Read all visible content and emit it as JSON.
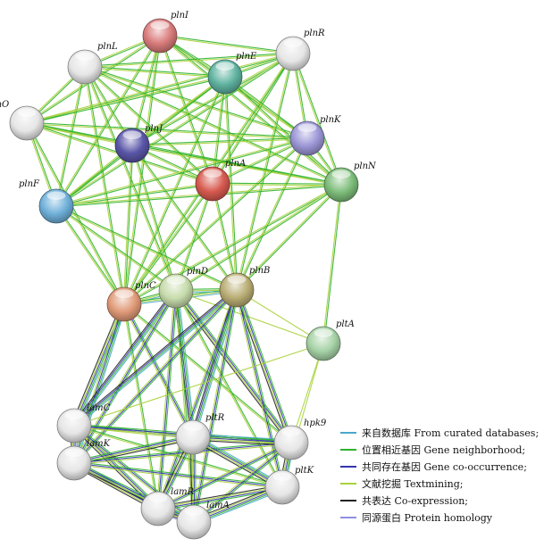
{
  "colors": {
    "curated": "#49a8c9",
    "neighborhood": "#2eb22e",
    "cooccurrence": "#3434b0",
    "textmining": "#a8d23a",
    "coexpression": "#222222",
    "homology": "#8f8fe0"
  },
  "nodes": [
    {
      "id": "plnI",
      "label": "plnI",
      "color": "#d97b7b"
    },
    {
      "id": "plnL",
      "label": "plnL",
      "color": "#e6e6e6"
    },
    {
      "id": "plnR",
      "label": "plnR",
      "color": "#e6e6e6"
    },
    {
      "id": "plnE",
      "label": "plnE",
      "color": "#5fb3a0"
    },
    {
      "id": "plnO",
      "label": "plnO",
      "color": "#e6e6e6"
    },
    {
      "id": "plnJ",
      "label": "plnJ",
      "color": "#5a56a8"
    },
    {
      "id": "plnK",
      "label": "plnK",
      "color": "#9b96d6"
    },
    {
      "id": "plnA",
      "label": "plnA",
      "color": "#d75a50"
    },
    {
      "id": "plnN",
      "label": "plnN",
      "color": "#7dbd7a"
    },
    {
      "id": "plnF",
      "label": "plnF",
      "color": "#6fb0d9"
    },
    {
      "id": "plnC",
      "label": "plnC",
      "color": "#e09a78"
    },
    {
      "id": "plnD",
      "label": "plnD",
      "color": "#c6dbab"
    },
    {
      "id": "plnB",
      "label": "plnB",
      "color": "#b9ad74"
    },
    {
      "id": "pltA",
      "label": "pltA",
      "color": "#a6d2a6"
    },
    {
      "id": "lamC",
      "label": "lamC",
      "color": "#e6e6e6"
    },
    {
      "id": "pltR",
      "label": "pltR",
      "color": "#e6e6e6"
    },
    {
      "id": "hpk9",
      "label": "hpk9",
      "color": "#e6e6e6"
    },
    {
      "id": "lamK",
      "label": "lamK",
      "color": "#e6e6e6"
    },
    {
      "id": "pltK",
      "label": "pltK",
      "color": "#e6e6e6"
    },
    {
      "id": "lamR",
      "label": "lamR",
      "color": "#e6e6e6"
    },
    {
      "id": "lamA",
      "label": "lamA",
      "color": "#e6e6e6"
    }
  ],
  "edges": [
    {
      "source": "plnI",
      "target": "plnL",
      "types": [
        "neighborhood",
        "textmining"
      ]
    },
    {
      "source": "plnI",
      "target": "plnE",
      "types": [
        "neighborhood",
        "textmining"
      ]
    },
    {
      "source": "plnI",
      "target": "plnR",
      "types": [
        "neighborhood",
        "textmining"
      ]
    },
    {
      "source": "plnI",
      "target": "plnO",
      "types": [
        "neighborhood",
        "textmining"
      ]
    },
    {
      "source": "plnI",
      "target": "plnJ",
      "types": [
        "neighborhood",
        "textmining"
      ]
    },
    {
      "source": "plnI",
      "target": "plnK",
      "types": [
        "neighborhood",
        "textmining"
      ]
    },
    {
      "source": "plnI",
      "target": "plnA",
      "types": [
        "neighborhood",
        "textmining"
      ]
    },
    {
      "source": "plnI",
      "target": "plnN",
      "types": [
        "neighborhood",
        "textmining"
      ]
    },
    {
      "source": "plnI",
      "target": "plnF",
      "types": [
        "neighborhood",
        "textmining"
      ]
    },
    {
      "source": "plnI",
      "target": "plnC",
      "types": [
        "neighborhood",
        "textmining"
      ]
    },
    {
      "source": "plnL",
      "target": "plnE",
      "types": [
        "neighborhood",
        "textmining"
      ]
    },
    {
      "source": "plnL",
      "target": "plnR",
      "types": [
        "neighborhood",
        "textmining"
      ]
    },
    {
      "source": "plnL",
      "target": "plnO",
      "types": [
        "neighborhood",
        "textmining"
      ]
    },
    {
      "source": "plnL",
      "target": "plnJ",
      "types": [
        "neighborhood",
        "textmining"
      ]
    },
    {
      "source": "plnL",
      "target": "plnK",
      "types": [
        "neighborhood",
        "textmining"
      ]
    },
    {
      "source": "plnL",
      "target": "plnA",
      "types": [
        "neighborhood",
        "textmining"
      ]
    },
    {
      "source": "plnL",
      "target": "plnN",
      "types": [
        "neighborhood",
        "textmining"
      ]
    },
    {
      "source": "plnL",
      "target": "plnF",
      "types": [
        "neighborhood",
        "textmining"
      ]
    },
    {
      "source": "plnL",
      "target": "plnC",
      "types": [
        "neighborhood",
        "textmining"
      ]
    },
    {
      "source": "plnL",
      "target": "plnD",
      "types": [
        "neighborhood",
        "textmining"
      ]
    },
    {
      "source": "plnR",
      "target": "plnE",
      "types": [
        "neighborhood",
        "textmining"
      ]
    },
    {
      "source": "plnR",
      "target": "plnO",
      "types": [
        "neighborhood",
        "textmining"
      ]
    },
    {
      "source": "plnR",
      "target": "plnJ",
      "types": [
        "neighborhood",
        "textmining"
      ]
    },
    {
      "source": "plnR",
      "target": "plnK",
      "types": [
        "neighborhood",
        "textmining"
      ]
    },
    {
      "source": "plnR",
      "target": "plnA",
      "types": [
        "neighborhood",
        "textmining"
      ]
    },
    {
      "source": "plnR",
      "target": "plnN",
      "types": [
        "neighborhood",
        "textmining"
      ]
    },
    {
      "source": "plnR",
      "target": "plnF",
      "types": [
        "neighborhood",
        "textmining"
      ]
    },
    {
      "source": "plnR",
      "target": "plnC",
      "types": [
        "neighborhood",
        "textmining"
      ]
    },
    {
      "source": "plnR",
      "target": "plnB",
      "types": [
        "neighborhood",
        "textmining"
      ]
    },
    {
      "source": "plnE",
      "target": "plnO",
      "types": [
        "neighborhood",
        "textmining"
      ]
    },
    {
      "source": "plnE",
      "target": "plnJ",
      "types": [
        "neighborhood",
        "textmining"
      ]
    },
    {
      "source": "plnE",
      "target": "plnK",
      "types": [
        "neighborhood",
        "textmining"
      ]
    },
    {
      "source": "plnE",
      "target": "plnA",
      "types": [
        "neighborhood",
        "textmining"
      ]
    },
    {
      "source": "plnE",
      "target": "plnN",
      "types": [
        "neighborhood",
        "textmining"
      ]
    },
    {
      "source": "plnE",
      "target": "plnF",
      "types": [
        "neighborhood",
        "textmining"
      ]
    },
    {
      "source": "plnE",
      "target": "plnC",
      "types": [
        "neighborhood",
        "textmining"
      ]
    },
    {
      "source": "plnE",
      "target": "plnB",
      "types": [
        "neighborhood",
        "textmining"
      ]
    },
    {
      "source": "plnO",
      "target": "plnJ",
      "types": [
        "neighborhood",
        "textmining"
      ]
    },
    {
      "source": "plnO",
      "target": "plnK",
      "types": [
        "neighborhood",
        "textmining"
      ]
    },
    {
      "source": "plnO",
      "target": "plnA",
      "types": [
        "neighborhood",
        "textmining"
      ]
    },
    {
      "source": "plnO",
      "target": "plnN",
      "types": [
        "neighborhood",
        "textmining"
      ]
    },
    {
      "source": "plnO",
      "target": "plnF",
      "types": [
        "neighborhood",
        "textmining"
      ]
    },
    {
      "source": "plnO",
      "target": "plnC",
      "types": [
        "neighborhood",
        "textmining"
      ]
    },
    {
      "source": "plnJ",
      "target": "plnK",
      "types": [
        "neighborhood",
        "textmining"
      ]
    },
    {
      "source": "plnJ",
      "target": "plnA",
      "types": [
        "neighborhood",
        "textmining"
      ]
    },
    {
      "source": "plnJ",
      "target": "plnN",
      "types": [
        "neighborhood",
        "textmining"
      ]
    },
    {
      "source": "plnJ",
      "target": "plnF",
      "types": [
        "neighborhood",
        "textmining"
      ]
    },
    {
      "source": "plnJ",
      "target": "plnC",
      "types": [
        "neighborhood",
        "textmining"
      ]
    },
    {
      "source": "plnJ",
      "target": "plnD",
      "types": [
        "neighborhood",
        "textmining"
      ]
    },
    {
      "source": "plnJ",
      "target": "plnB",
      "types": [
        "neighborhood",
        "textmining"
      ]
    },
    {
      "source": "plnK",
      "target": "plnA",
      "types": [
        "neighborhood",
        "textmining"
      ]
    },
    {
      "source": "plnK",
      "target": "plnN",
      "types": [
        "neighborhood",
        "textmining"
      ]
    },
    {
      "source": "plnK",
      "target": "plnF",
      "types": [
        "neighborhood",
        "textmining"
      ]
    },
    {
      "source": "plnK",
      "target": "plnC",
      "types": [
        "neighborhood",
        "textmining"
      ]
    },
    {
      "source": "plnK",
      "target": "plnB",
      "types": [
        "neighborhood",
        "textmining"
      ]
    },
    {
      "source": "plnA",
      "target": "plnN",
      "types": [
        "neighborhood",
        "textmining"
      ]
    },
    {
      "source": "plnA",
      "target": "plnF",
      "types": [
        "neighborhood",
        "textmining"
      ]
    },
    {
      "source": "plnA",
      "target": "plnC",
      "types": [
        "neighborhood",
        "textmining"
      ]
    },
    {
      "source": "plnA",
      "target": "plnD",
      "types": [
        "neighborhood",
        "textmining"
      ]
    },
    {
      "source": "plnA",
      "target": "plnB",
      "types": [
        "neighborhood",
        "textmining"
      ]
    },
    {
      "source": "plnN",
      "target": "plnF",
      "types": [
        "neighborhood",
        "textmining"
      ]
    },
    {
      "source": "plnN",
      "target": "plnC",
      "types": [
        "neighborhood",
        "textmining"
      ]
    },
    {
      "source": "plnN",
      "target": "plnD",
      "types": [
        "neighborhood",
        "textmining"
      ]
    },
    {
      "source": "plnN",
      "target": "plnB",
      "types": [
        "neighborhood",
        "textmining"
      ]
    },
    {
      "source": "plnN",
      "target": "pltA",
      "types": [
        "neighborhood",
        "textmining"
      ]
    },
    {
      "source": "plnF",
      "target": "plnC",
      "types": [
        "neighborhood",
        "textmining"
      ]
    },
    {
      "source": "plnF",
      "target": "plnD",
      "types": [
        "neighborhood",
        "textmining"
      ]
    },
    {
      "source": "plnF",
      "target": "plnB",
      "types": [
        "neighborhood",
        "textmining"
      ]
    },
    {
      "source": "plnC",
      "target": "plnD",
      "types": [
        "neighborhood",
        "textmining",
        "curated"
      ]
    },
    {
      "source": "plnC",
      "target": "plnB",
      "types": [
        "neighborhood",
        "textmining",
        "curated"
      ]
    },
    {
      "source": "plnD",
      "target": "plnB",
      "types": [
        "neighborhood",
        "textmining",
        "curated"
      ]
    },
    {
      "source": "plnB",
      "target": "pltA",
      "types": [
        "textmining"
      ]
    },
    {
      "source": "plnD",
      "target": "pltA",
      "types": [
        "textmining"
      ]
    },
    {
      "source": "plnC",
      "target": "lamC",
      "types": [
        "curated",
        "neighborhood",
        "cooccurrence",
        "textmining",
        "coexpression"
      ]
    },
    {
      "source": "plnC",
      "target": "lamK",
      "types": [
        "curated",
        "neighborhood",
        "cooccurrence",
        "textmining"
      ]
    },
    {
      "source": "plnC",
      "target": "pltR",
      "types": [
        "neighborhood",
        "cooccurrence",
        "textmining"
      ]
    },
    {
      "source": "plnC",
      "target": "lamR",
      "types": [
        "neighborhood",
        "textmining"
      ]
    },
    {
      "source": "plnC",
      "target": "hpk9",
      "types": [
        "neighborhood",
        "textmining"
      ]
    },
    {
      "source": "plnD",
      "target": "lamC",
      "types": [
        "curated",
        "neighborhood",
        "cooccurrence",
        "coexpression"
      ]
    },
    {
      "source": "plnD",
      "target": "lamK",
      "types": [
        "neighborhood",
        "cooccurrence",
        "textmining"
      ]
    },
    {
      "source": "plnD",
      "target": "pltR",
      "types": [
        "curated",
        "neighborhood",
        "cooccurrence",
        "coexpression"
      ]
    },
    {
      "source": "plnD",
      "target": "hpk9",
      "types": [
        "neighborhood",
        "cooccurrence",
        "textmining",
        "coexpression"
      ]
    },
    {
      "source": "plnD",
      "target": "pltK",
      "types": [
        "neighborhood",
        "textmining"
      ]
    },
    {
      "source": "plnD",
      "target": "lamR",
      "types": [
        "neighborhood",
        "cooccurrence",
        "textmining"
      ]
    },
    {
      "source": "plnD",
      "target": "lamA",
      "types": [
        "neighborhood",
        "textmining"
      ]
    },
    {
      "source": "plnB",
      "target": "lamC",
      "types": [
        "curated",
        "neighborhood",
        "cooccurrence",
        "coexpression"
      ]
    },
    {
      "source": "plnB",
      "target": "lamK",
      "types": [
        "neighborhood",
        "cooccurrence",
        "textmining"
      ]
    },
    {
      "source": "plnB",
      "target": "pltR",
      "types": [
        "curated",
        "neighborhood",
        "cooccurrence",
        "coexpression"
      ]
    },
    {
      "source": "plnB",
      "target": "hpk9",
      "types": [
        "neighborhood",
        "cooccurrence",
        "textmining",
        "coexpression"
      ]
    },
    {
      "source": "plnB",
      "target": "pltK",
      "types": [
        "neighborhood",
        "cooccurrence",
        "textmining"
      ]
    },
    {
      "source": "plnB",
      "target": "lamR",
      "types": [
        "neighborhood",
        "cooccurrence",
        "textmining"
      ]
    },
    {
      "source": "plnB",
      "target": "lamA",
      "types": [
        "neighborhood",
        "cooccurrence",
        "textmining"
      ]
    },
    {
      "source": "pltA",
      "target": "hpk9",
      "types": [
        "textmining"
      ]
    },
    {
      "source": "pltA",
      "target": "pltK",
      "types": [
        "textmining"
      ]
    },
    {
      "source": "pltA",
      "target": "lamC",
      "types": [
        "textmining"
      ]
    },
    {
      "source": "lamC",
      "target": "lamK",
      "types": [
        "curated",
        "neighborhood",
        "cooccurrence",
        "textmining",
        "coexpression"
      ]
    },
    {
      "source": "lamC",
      "target": "pltR",
      "types": [
        "neighborhood",
        "cooccurrence",
        "textmining"
      ]
    },
    {
      "source": "lamC",
      "target": "lamR",
      "types": [
        "neighborhood",
        "cooccurrence",
        "textmining",
        "coexpression"
      ]
    },
    {
      "source": "lamC",
      "target": "lamA",
      "types": [
        "neighborhood",
        "cooccurrence",
        "textmining"
      ]
    },
    {
      "source": "lamC",
      "target": "hpk9",
      "types": [
        "neighborhood",
        "cooccurrence",
        "textmining"
      ]
    },
    {
      "source": "lamC",
      "target": "pltK",
      "types": [
        "neighborhood",
        "textmining"
      ]
    },
    {
      "source": "lamK",
      "target": "pltR",
      "types": [
        "neighborhood",
        "cooccurrence",
        "textmining",
        "coexpression"
      ]
    },
    {
      "source": "lamK",
      "target": "lamR",
      "types": [
        "curated",
        "neighborhood",
        "cooccurrence",
        "textmining",
        "coexpression"
      ]
    },
    {
      "source": "lamK",
      "target": "lamA",
      "types": [
        "neighborhood",
        "cooccurrence",
        "textmining",
        "coexpression"
      ]
    },
    {
      "source": "lamK",
      "target": "hpk9",
      "types": [
        "neighborhood",
        "cooccurrence",
        "textmining"
      ]
    },
    {
      "source": "lamK",
      "target": "pltK",
      "types": [
        "neighborhood",
        "cooccurrence",
        "textmining"
      ]
    },
    {
      "source": "pltR",
      "target": "hpk9",
      "types": [
        "curated",
        "neighborhood",
        "cooccurrence",
        "textmining",
        "coexpression"
      ]
    },
    {
      "source": "pltR",
      "target": "pltK",
      "types": [
        "curated",
        "neighborhood",
        "cooccurrence",
        "textmining",
        "coexpression"
      ]
    },
    {
      "source": "pltR",
      "target": "lamR",
      "types": [
        "neighborhood",
        "cooccurrence",
        "textmining",
        "coexpression"
      ]
    },
    {
      "source": "pltR",
      "target": "lamA",
      "types": [
        "neighborhood",
        "cooccurrence",
        "textmining",
        "coexpression"
      ]
    },
    {
      "source": "hpk9",
      "target": "pltK",
      "types": [
        "curated",
        "neighborhood",
        "cooccurrence",
        "textmining",
        "coexpression"
      ]
    },
    {
      "source": "hpk9",
      "target": "lamR",
      "types": [
        "neighborhood",
        "cooccurrence",
        "textmining"
      ]
    },
    {
      "source": "hpk9",
      "target": "lamA",
      "types": [
        "neighborhood",
        "cooccurrence",
        "textmining"
      ]
    },
    {
      "source": "pltK",
      "target": "lamR",
      "types": [
        "neighborhood",
        "cooccurrence",
        "textmining",
        "coexpression"
      ]
    },
    {
      "source": "pltK",
      "target": "lamA",
      "types": [
        "curated",
        "neighborhood",
        "cooccurrence",
        "textmining",
        "coexpression"
      ]
    },
    {
      "source": "lamR",
      "target": "lamA",
      "types": [
        "curated",
        "neighborhood",
        "cooccurrence",
        "textmining",
        "coexpression",
        "homology"
      ]
    }
  ],
  "legend": [
    {
      "type": "curated",
      "label": "来自数据库 From curated databases;"
    },
    {
      "type": "neighborhood",
      "label": "位置相近基因 Gene neighborhood;"
    },
    {
      "type": "cooccurrence",
      "label": "共同存在基因 Gene co-occurrence;"
    },
    {
      "type": "textmining",
      "label": "文献挖掘 Textmining;"
    },
    {
      "type": "coexpression",
      "label": "共表达 Co-expression;"
    },
    {
      "type": "homology",
      "label": "同源蛋白 Protein homology"
    }
  ]
}
